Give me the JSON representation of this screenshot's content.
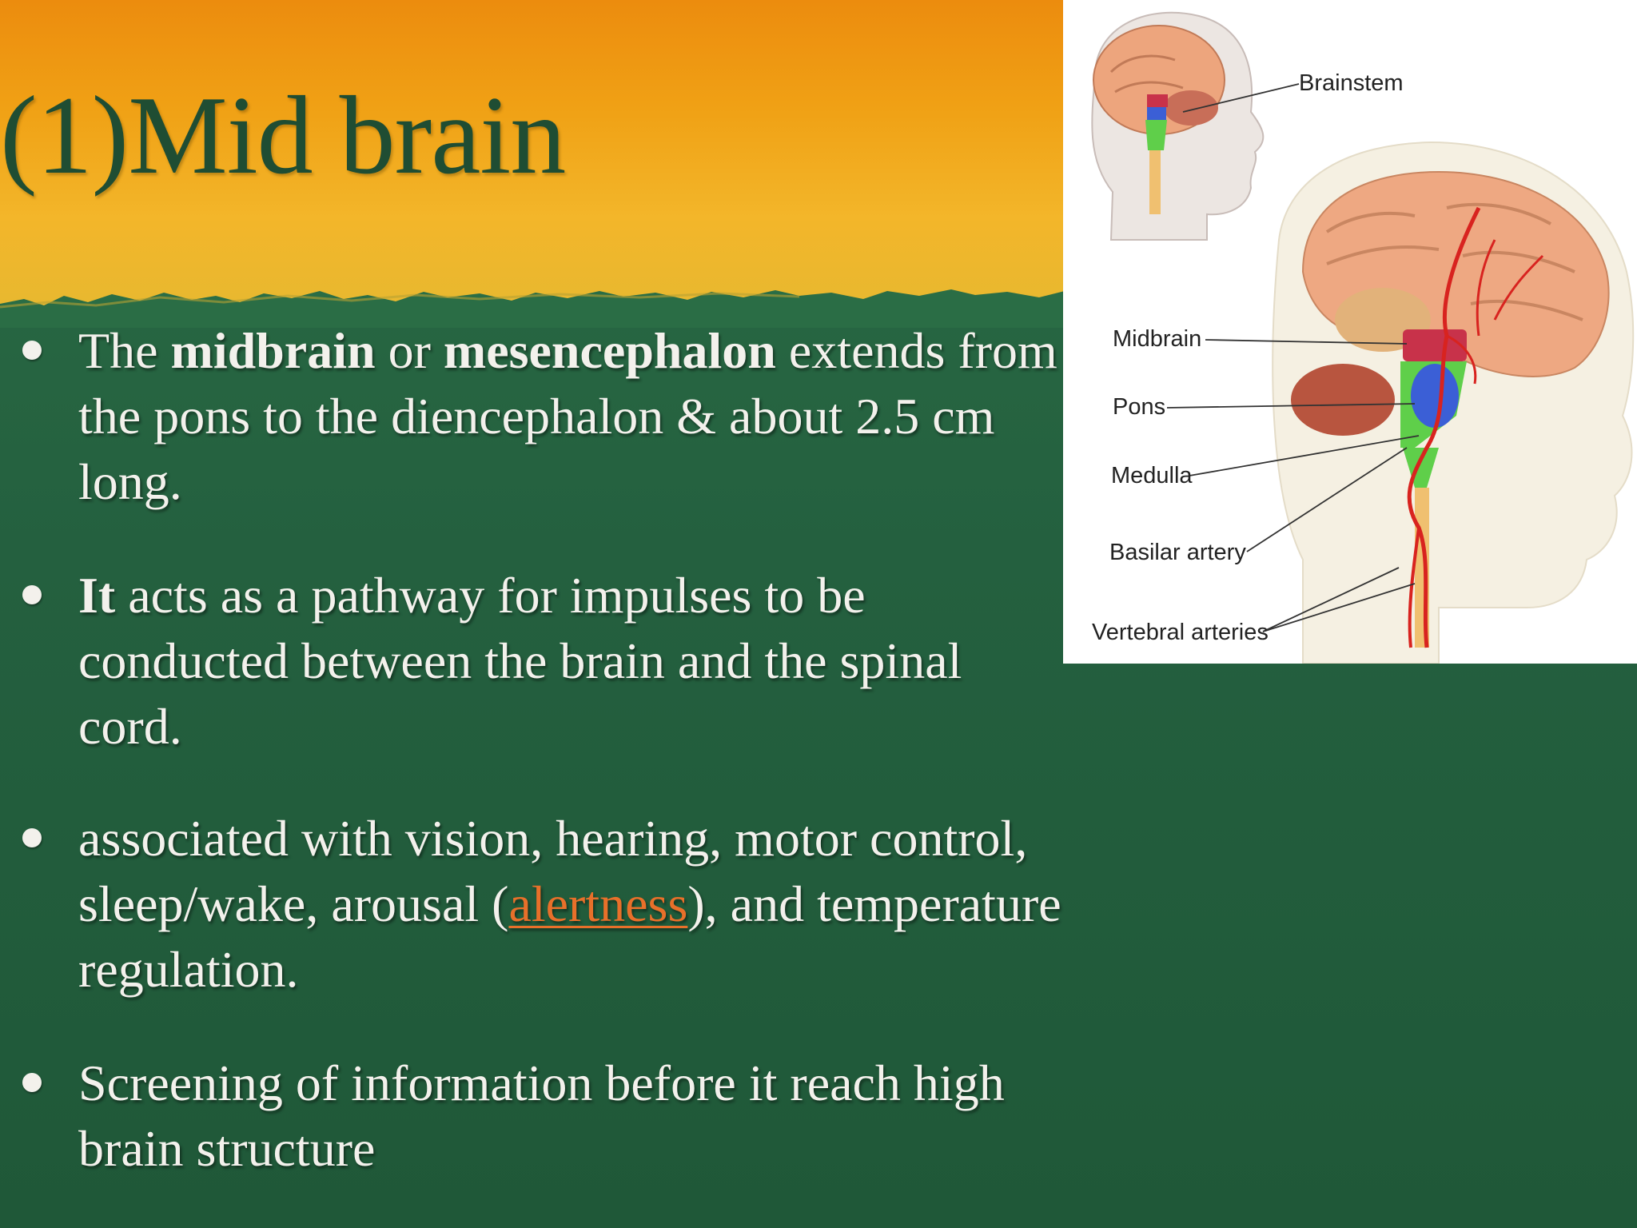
{
  "slide": {
    "title": "(1)Mid brain",
    "bullets": [
      {
        "b1_pre": "The ",
        "b1_bold1": "midbrain",
        "b1_mid": " or ",
        "b1_bold2": "mesencephalon",
        "b1_post": " extends from the pons to the diencephalon & about 2.5 cm long."
      },
      {
        "b2_bold": "It",
        "b2_post": " acts as a pathway for impulses to be conducted between the brain and the spinal cord."
      },
      {
        "b3_pre": " associated with vision, hearing, motor control, sleep/wake, arousal (",
        "b3_link": "alertness",
        "b3_post": "), and temperature regulation."
      },
      {
        "b4_text": "Screening of information before it reach high brain structure"
      }
    ]
  },
  "figure": {
    "labels": {
      "brainstem": "Brainstem",
      "midbrain": "Midbrain",
      "pons": "Pons",
      "medulla": "Medulla",
      "basilar": "Basilar artery",
      "vertebral": "Vertebral arteries"
    },
    "colors": {
      "midbrain": "#c8324a",
      "pons": "#3b5fd6",
      "medulla": "#5fcf4a",
      "artery": "#d8231f",
      "brain": "#eea882"
    }
  }
}
